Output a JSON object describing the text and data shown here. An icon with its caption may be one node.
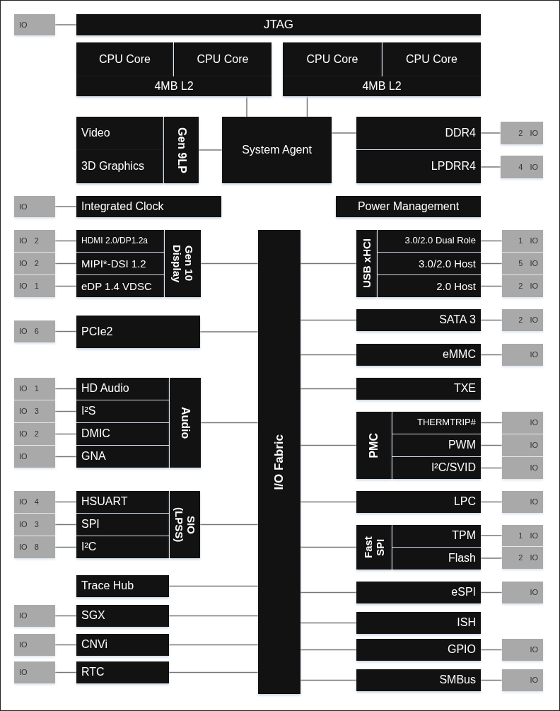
{
  "diagram": {
    "nodes": [
      {
        "text": [
          "IO"
        ]
      },
      {
        "text": [
          "JTAG"
        ]
      },
      {
        "text": [
          "CPU Core"
        ]
      },
      {
        "text": [
          "CPU Core"
        ]
      },
      {
        "text": [
          "4MB L2"
        ]
      },
      {
        "text": [
          "CPU Core"
        ]
      },
      {
        "text": [
          "CPU Core"
        ]
      },
      {
        "text": [
          "4MB L2"
        ]
      },
      {
        "text": [
          "Video"
        ]
      },
      {
        "text": [
          "3D Graphics"
        ]
      },
      {
        "text": [
          "Gen 9LP"
        ]
      },
      {
        "text": [
          "System Agent"
        ]
      },
      {
        "text": [
          "DDR4"
        ]
      },
      {
        "text": [
          "LPDRR4"
        ]
      },
      {
        "text": [
          "2 IO"
        ]
      },
      {
        "text": [
          "4 IO"
        ]
      },
      {
        "text": [
          "IO"
        ]
      },
      {
        "text": [
          "Integrated Clock"
        ]
      },
      {
        "text": [
          "Power Management"
        ]
      },
      {
        "text": [
          "IO 2"
        ]
      },
      {
        "text": [
          "IO 2"
        ]
      },
      {
        "text": [
          "IO 1"
        ]
      },
      {
        "text": [
          "HDMI 2.0/DP1.2a"
        ]
      },
      {
        "text": [
          "MIPI*-DSI 1.2"
        ]
      },
      {
        "text": [
          "eDP 1.4 VDSC"
        ]
      },
      {
        "text": [
          "Gen 10 Display"
        ]
      },
      {
        "text": [
          "I/O Fabric"
        ]
      },
      {
        "text": [
          "USB xHCI"
        ]
      },
      {
        "text": [
          "3.0/2.0 Dual Role"
        ]
      },
      {
        "text": [
          "3.0/2.0 Host"
        ]
      },
      {
        "text": [
          "2.0 Host"
        ]
      },
      {
        "text": [
          "1 IO"
        ]
      },
      {
        "text": [
          "5 IO"
        ]
      },
      {
        "text": [
          "2 IO"
        ]
      },
      {
        "text": [
          "IO 6"
        ]
      },
      {
        "text": [
          "PCIe2"
        ]
      },
      {
        "text": [
          "SATA 3"
        ]
      },
      {
        "text": [
          "2 IO"
        ]
      },
      {
        "text": [
          "eMMC"
        ]
      },
      {
        "text": [
          "IO"
        ]
      },
      {
        "text": [
          "TXE"
        ]
      },
      {
        "text": [
          "IO 1"
        ]
      },
      {
        "text": [
          "IO 3"
        ]
      },
      {
        "text": [
          "IO 2"
        ]
      },
      {
        "text": [
          "IO"
        ]
      },
      {
        "text": [
          "HD Audio"
        ]
      },
      {
        "text": [
          "I²S"
        ]
      },
      {
        "text": [
          "DMIC"
        ]
      },
      {
        "text": [
          "GNA"
        ]
      },
      {
        "text": [
          "Audio"
        ]
      },
      {
        "text": [
          "PMC"
        ]
      },
      {
        "text": [
          "THERMTRIP#"
        ]
      },
      {
        "text": [
          "PWM"
        ]
      },
      {
        "text": [
          "I²C/SVID"
        ]
      },
      {
        "text": [
          "IO"
        ]
      },
      {
        "text": [
          "IO"
        ]
      },
      {
        "text": [
          "IO"
        ]
      },
      {
        "text": [
          "LPC"
        ]
      },
      {
        "text": [
          "IO"
        ]
      },
      {
        "text": [
          "Fast SPI"
        ]
      },
      {
        "text": [
          "TPM"
        ]
      },
      {
        "text": [
          "Flash"
        ]
      },
      {
        "text": [
          "1 IO"
        ]
      },
      {
        "text": [
          "2 IO"
        ]
      },
      {
        "text": [
          "IO 4"
        ]
      },
      {
        "text": [
          "IO 3"
        ]
      },
      {
        "text": [
          "IO 8"
        ]
      },
      {
        "text": [
          "HSUART"
        ]
      },
      {
        "text": [
          "SPI"
        ]
      },
      {
        "text": [
          "I²C"
        ]
      },
      {
        "text": [
          "SIO (LPSS)"
        ]
      },
      {
        "text": [
          "Trace Hub"
        ]
      },
      {
        "text": [
          "eSPI"
        ]
      },
      {
        "text": [
          "IO"
        ]
      },
      {
        "text": [
          "IO"
        ]
      },
      {
        "text": [
          "SGX"
        ]
      },
      {
        "text": [
          "ISH"
        ]
      },
      {
        "text": [
          "IO"
        ]
      },
      {
        "text": [
          "CNVi"
        ]
      },
      {
        "text": [
          "GPIO"
        ]
      },
      {
        "text": [
          "IO"
        ]
      },
      {
        "text": [
          "IO"
        ]
      },
      {
        "text": [
          "RTC"
        ]
      },
      {
        "text": [
          "SMBus"
        ]
      },
      {
        "text": [
          "IO"
        ]
      }
    ],
    "edges": [
      {
        "from": 0,
        "to": 1,
        "arrow": "none"
      },
      {
        "from": 4,
        "to": 11,
        "arrow": "none"
      },
      {
        "from": 7,
        "to": 11,
        "arrow": "none"
      },
      {
        "from": 10,
        "to": 11,
        "arrow": "none"
      },
      {
        "from": 11,
        "to": 12,
        "arrow": "none"
      },
      {
        "from": 12,
        "to": 14,
        "arrow": "none"
      },
      {
        "from": 13,
        "to": 15,
        "arrow": "none"
      },
      {
        "from": 16,
        "to": 17,
        "arrow": "none"
      },
      {
        "from": 19,
        "to": 22,
        "arrow": "none"
      },
      {
        "from": 20,
        "to": 23,
        "arrow": "none"
      },
      {
        "from": 21,
        "to": 24,
        "arrow": "none"
      },
      {
        "from": 25,
        "to": 26,
        "arrow": "none"
      },
      {
        "from": 26,
        "to": 27,
        "arrow": "none"
      },
      {
        "from": 28,
        "to": 31,
        "arrow": "none"
      },
      {
        "from": 29,
        "to": 32,
        "arrow": "none"
      },
      {
        "from": 30,
        "to": 33,
        "arrow": "none"
      },
      {
        "from": 34,
        "to": 35,
        "arrow": "none"
      },
      {
        "from": 35,
        "to": 26,
        "arrow": "none"
      },
      {
        "from": 26,
        "to": 36,
        "arrow": "none"
      },
      {
        "from": 36,
        "to": 37,
        "arrow": "none"
      },
      {
        "from": 26,
        "to": 38,
        "arrow": "none"
      },
      {
        "from": 38,
        "to": 39,
        "arrow": "none"
      },
      {
        "from": 26,
        "to": 40,
        "arrow": "none"
      },
      {
        "from": 41,
        "to": 45,
        "arrow": "none"
      },
      {
        "from": 42,
        "to": 46,
        "arrow": "none"
      },
      {
        "from": 43,
        "to": 47,
        "arrow": "none"
      },
      {
        "from": 44,
        "to": 48,
        "arrow": "none"
      },
      {
        "from": 49,
        "to": 26,
        "arrow": "none"
      },
      {
        "from": 26,
        "to": 50,
        "arrow": "none"
      },
      {
        "from": 51,
        "to": 54,
        "arrow": "none"
      },
      {
        "from": 52,
        "to": 55,
        "arrow": "none"
      },
      {
        "from": 53,
        "to": 56,
        "arrow": "none"
      },
      {
        "from": 26,
        "to": 57,
        "arrow": "none"
      },
      {
        "from": 57,
        "to": 58,
        "arrow": "none"
      },
      {
        "from": 26,
        "to": 59,
        "arrow": "none"
      },
      {
        "from": 60,
        "to": 62,
        "arrow": "none"
      },
      {
        "from": 61,
        "to": 63,
        "arrow": "none"
      },
      {
        "from": 64,
        "to": 67,
        "arrow": "none"
      },
      {
        "from": 65,
        "to": 68,
        "arrow": "none"
      },
      {
        "from": 66,
        "to": 69,
        "arrow": "none"
      },
      {
        "from": 70,
        "to": 26,
        "arrow": "none"
      },
      {
        "from": 71,
        "to": 26,
        "arrow": "none"
      },
      {
        "from": 26,
        "to": 72,
        "arrow": "none"
      },
      {
        "from": 72,
        "to": 73,
        "arrow": "none"
      },
      {
        "from": 74,
        "to": 75,
        "arrow": "none"
      },
      {
        "from": 75,
        "to": 26,
        "arrow": "none"
      },
      {
        "from": 26,
        "to": 76,
        "arrow": "none"
      },
      {
        "from": 77,
        "to": 78,
        "arrow": "none"
      },
      {
        "from": 78,
        "to": 26,
        "arrow": "none"
      },
      {
        "from": 26,
        "to": 79,
        "arrow": "none"
      },
      {
        "from": 79,
        "to": 80,
        "arrow": "none"
      },
      {
        "from": 81,
        "to": 82,
        "arrow": "none"
      },
      {
        "from": 82,
        "to": 26,
        "arrow": "none"
      },
      {
        "from": 26,
        "to": 83,
        "arrow": "none"
      },
      {
        "from": 83,
        "to": 84,
        "arrow": "none"
      }
    ]
  }
}
